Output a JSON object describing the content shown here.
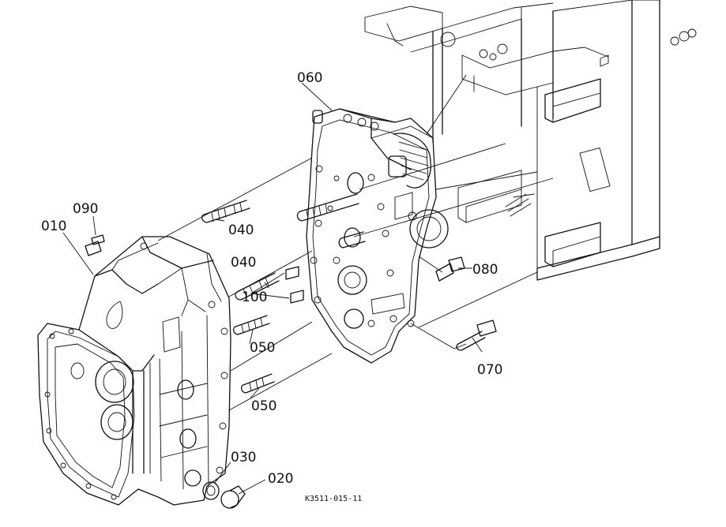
{
  "parts": [
    {
      "id": "p010",
      "label": "010"
    },
    {
      "id": "p020",
      "label": "020"
    },
    {
      "id": "p030",
      "label": "030"
    },
    {
      "id": "p040a",
      "label": "040"
    },
    {
      "id": "p040b",
      "label": "040"
    },
    {
      "id": "p050a",
      "label": "050"
    },
    {
      "id": "p050b",
      "label": "050"
    },
    {
      "id": "p060",
      "label": "060"
    },
    {
      "id": "p070",
      "label": "070"
    },
    {
      "id": "p080",
      "label": "080"
    },
    {
      "id": "p090",
      "label": "090"
    },
    {
      "id": "p100",
      "label": "100"
    }
  ],
  "reference_code": "K3511-015-11"
}
